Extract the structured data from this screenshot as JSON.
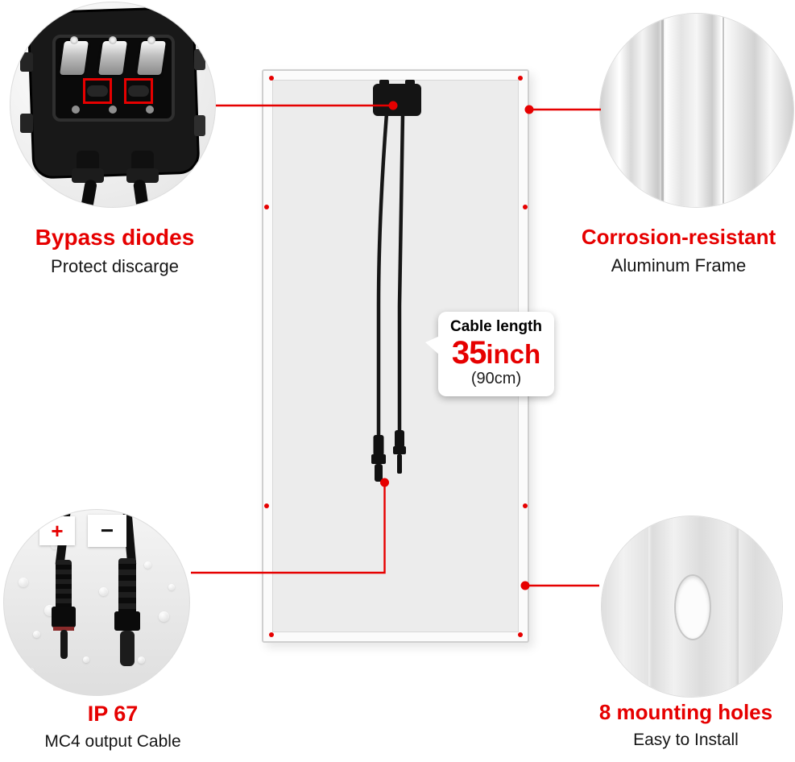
{
  "colors": {
    "accent_red": "#e60000",
    "panel_fill": "#ececec",
    "text_dark": "#161616"
  },
  "callouts": {
    "bypass": {
      "title": "Bypass diodes",
      "subtitle": "Protect discarge"
    },
    "corrosion": {
      "title": "Corrosion-resistant",
      "subtitle": "Aluminum Frame"
    },
    "ip67": {
      "title": "IP 67",
      "subtitle": "MC4 output Cable"
    },
    "mounting": {
      "title": "8 mounting holes",
      "subtitle": "Easy to Install"
    }
  },
  "cable_bubble": {
    "label": "Cable length",
    "value": "35",
    "unit": "inch",
    "metric": "(90cm)"
  },
  "connector_labels": {
    "positive": "+",
    "negative": "−"
  }
}
